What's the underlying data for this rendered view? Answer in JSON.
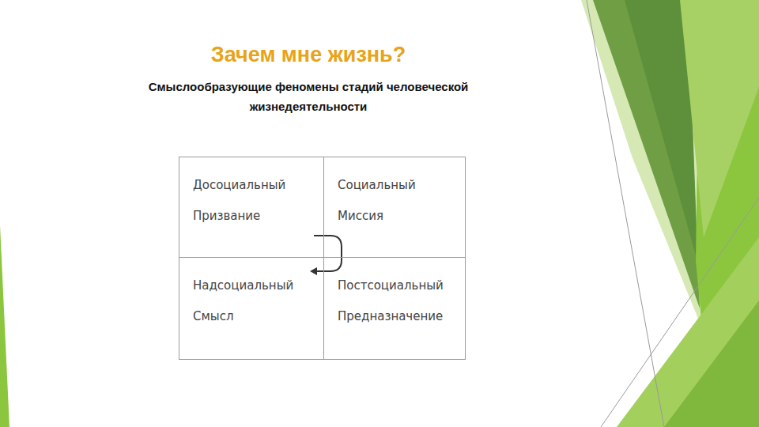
{
  "diagram": {
    "title": "Зачем мне жизнь?",
    "nodes": [
      {
        "text": [
          "Досоциальный",
          "Призвание"
        ]
      },
      {
        "text": [
          "Социальный",
          "Миссия"
        ]
      },
      {
        "text": [
          "Надсоциальный",
          "Смысл"
        ]
      },
      {
        "text": [
          "Постсоциальный",
          "Предназначение"
        ]
      }
    ],
    "labels": [
      "Смыслообразующие феномены стадий человеческой жизнедеятельности"
    ]
  }
}
